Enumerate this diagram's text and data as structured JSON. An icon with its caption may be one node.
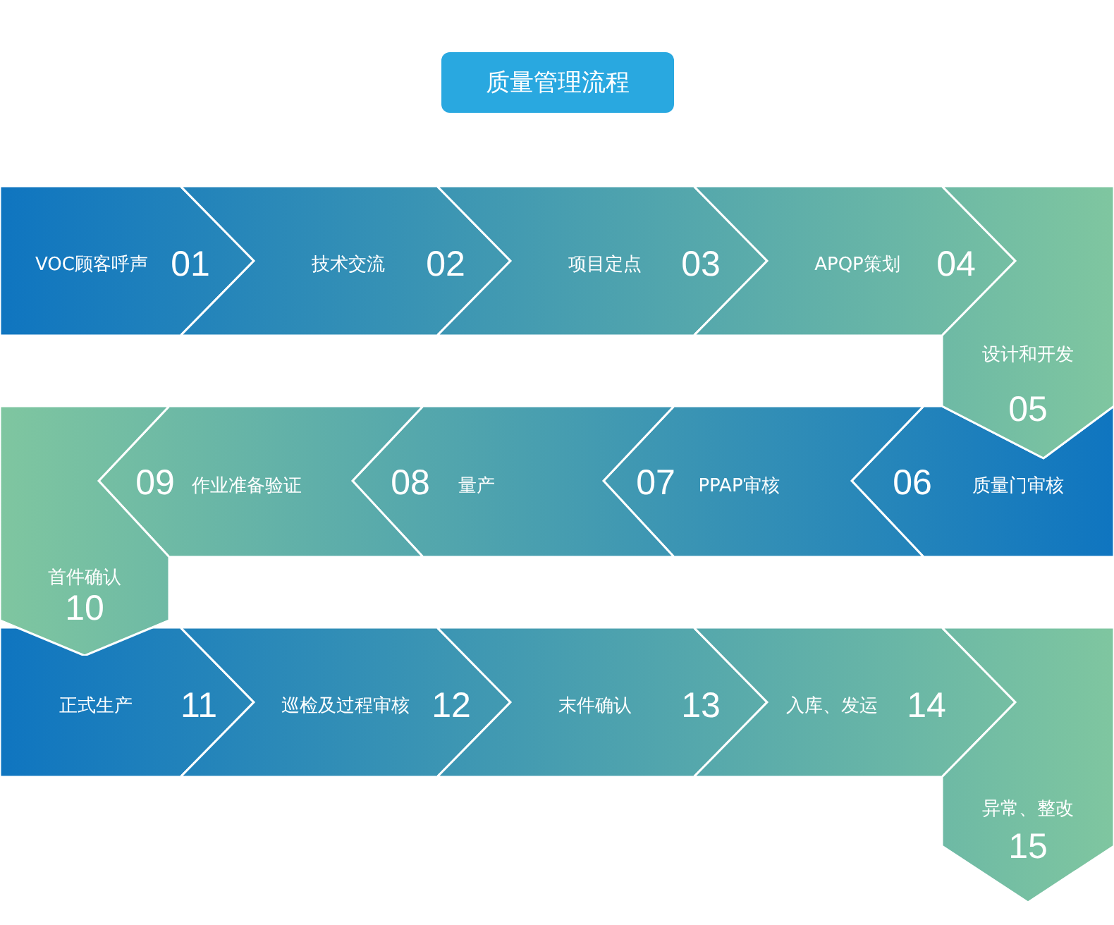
{
  "diagram": {
    "title": "质量管理流程",
    "nodes": [
      {
        "text": [
          "VOC顾客呼声",
          "01"
        ]
      },
      {
        "text": [
          "技术交流",
          "02"
        ]
      },
      {
        "text": [
          "项目定点",
          "03"
        ]
      },
      {
        "text": [
          "APQP策划",
          "04"
        ]
      },
      {
        "text": [
          "设计和开发",
          "05"
        ]
      },
      {
        "text": [
          "06",
          "质量门审核"
        ]
      },
      {
        "text": [
          "07",
          "PPAP审核"
        ]
      },
      {
        "text": [
          "08",
          "量产"
        ]
      },
      {
        "text": [
          "09",
          "作业准备验证"
        ]
      },
      {
        "text": [
          "首件确认",
          "10"
        ]
      },
      {
        "text": [
          "正式生产",
          "11"
        ]
      },
      {
        "text": [
          "巡检及过程审核",
          "12"
        ]
      },
      {
        "text": [
          "末件确认",
          "13"
        ]
      },
      {
        "text": [
          "入库、发运",
          "14"
        ]
      },
      {
        "text": [
          "异常、整改",
          "15"
        ]
      }
    ]
  }
}
